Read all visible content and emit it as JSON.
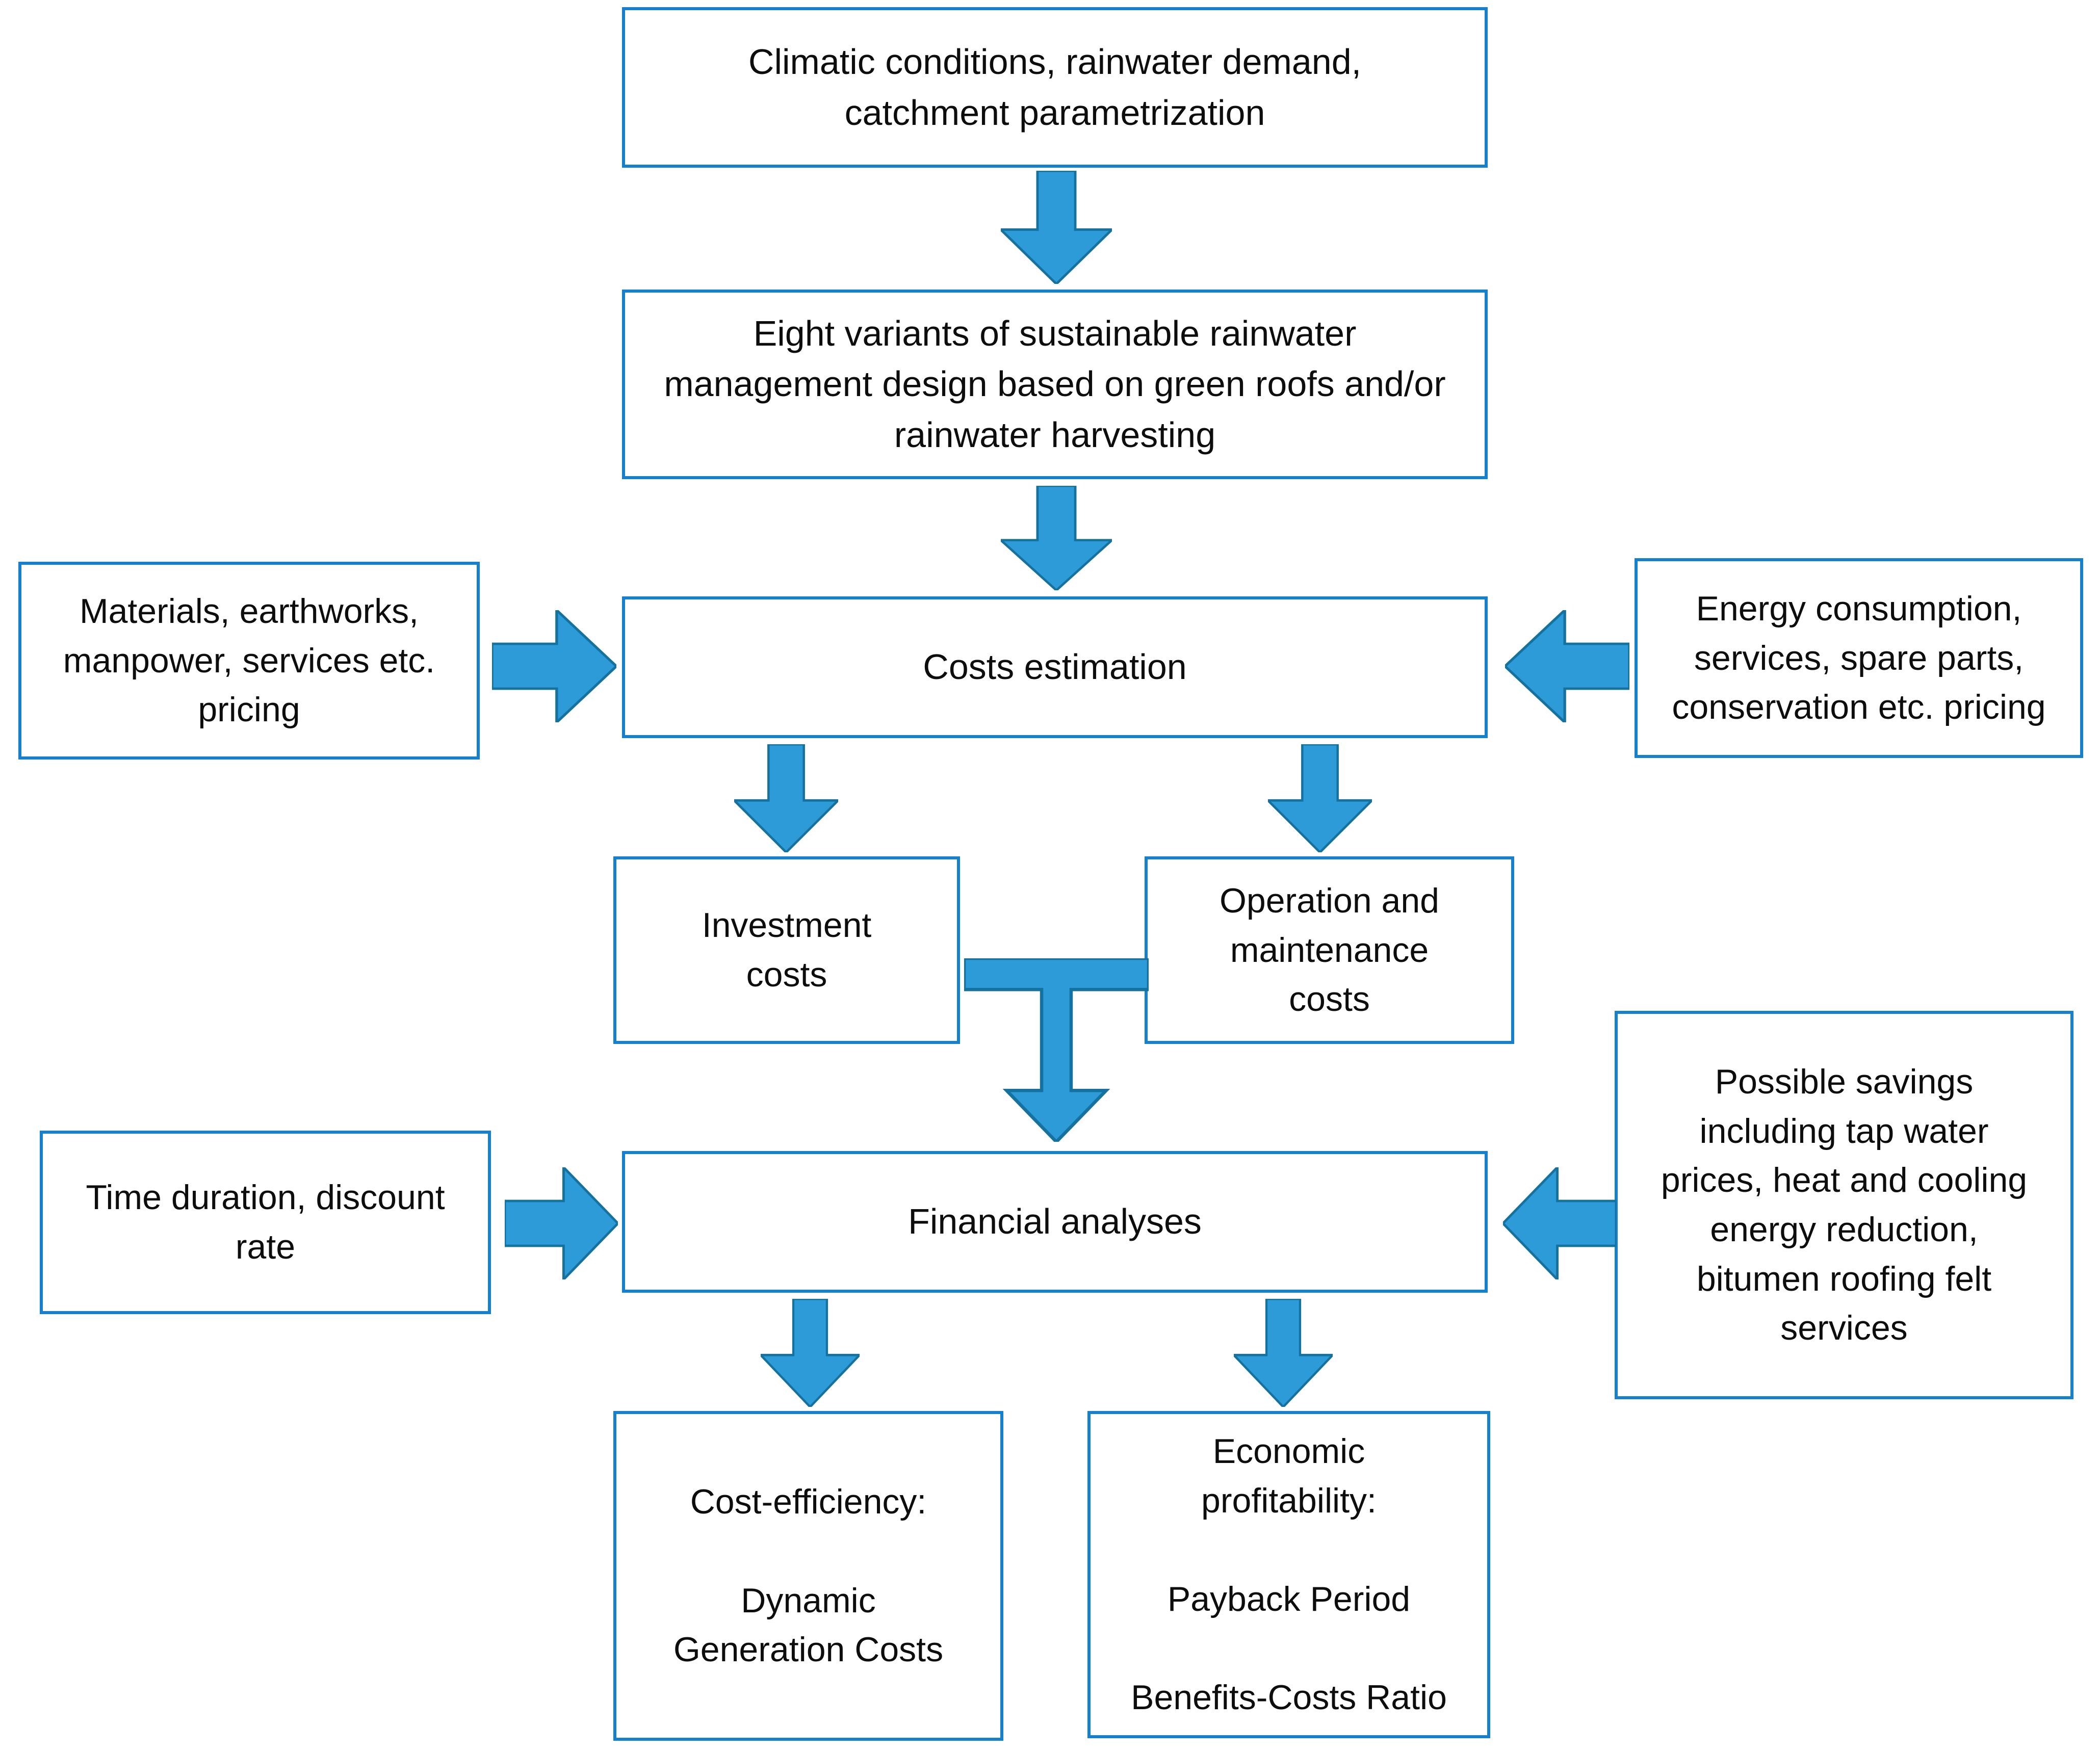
{
  "diagram": {
    "title": "Methodology flowchart for sustainable rainwater management assessment",
    "accent_color": "#1580CE",
    "arrow_fill": "#2E9BD9",
    "arrow_stroke": "#15729F",
    "background_color": "#FFFFFF",
    "text_color": "#0D0D0D",
    "nodes": {
      "inputs": "Climatic conditions, rainwater demand,\ncatchment parametrization",
      "variants": "Eight variants of sustainable rainwater\nmanagement design based on green roofs and/or\nrainwater harvesting",
      "materials": "Materials, earthworks,\nmanpower, services etc.\npricing",
      "costs_estimation": "Costs estimation",
      "energy": "Energy consumption,\nservices, spare parts,\nconservation etc. pricing",
      "investment_costs": "Investment\ncosts",
      "operation_costs": "Operation and\nmaintenance\ncosts",
      "savings": "Possible savings\nincluding tap water\nprices, heat and cooling\nenergy reduction,\nbitumen roofing felt\nservices",
      "time_discount": "Time duration, discount\nrate",
      "financial_analyses": "Financial analyses",
      "cost_efficiency": "Cost-efficiency:\n\nDynamic\nGeneration Costs",
      "economic_profitability": "Economic\nprofitability:\n\nPayback Period\n\nBenefits-Costs Ratio"
    },
    "edges": [
      {
        "name": "inputs-to-variants",
        "direction": "down"
      },
      {
        "name": "variants-to-costs-estimation",
        "direction": "down"
      },
      {
        "name": "materials-to-costs-estimation",
        "direction": "right"
      },
      {
        "name": "energy-to-costs-estimation",
        "direction": "left"
      },
      {
        "name": "costs-estimation-to-investment-costs",
        "direction": "down"
      },
      {
        "name": "costs-estimation-to-operation-costs",
        "direction": "down"
      },
      {
        "name": "costs-merge-to-financial-analyses",
        "direction": "down-tee"
      },
      {
        "name": "time-discount-to-financial-analyses",
        "direction": "right"
      },
      {
        "name": "savings-to-financial-analyses",
        "direction": "left"
      },
      {
        "name": "financial-analyses-to-cost-efficiency",
        "direction": "down"
      },
      {
        "name": "financial-analyses-to-economic-profitability",
        "direction": "down"
      }
    ]
  }
}
